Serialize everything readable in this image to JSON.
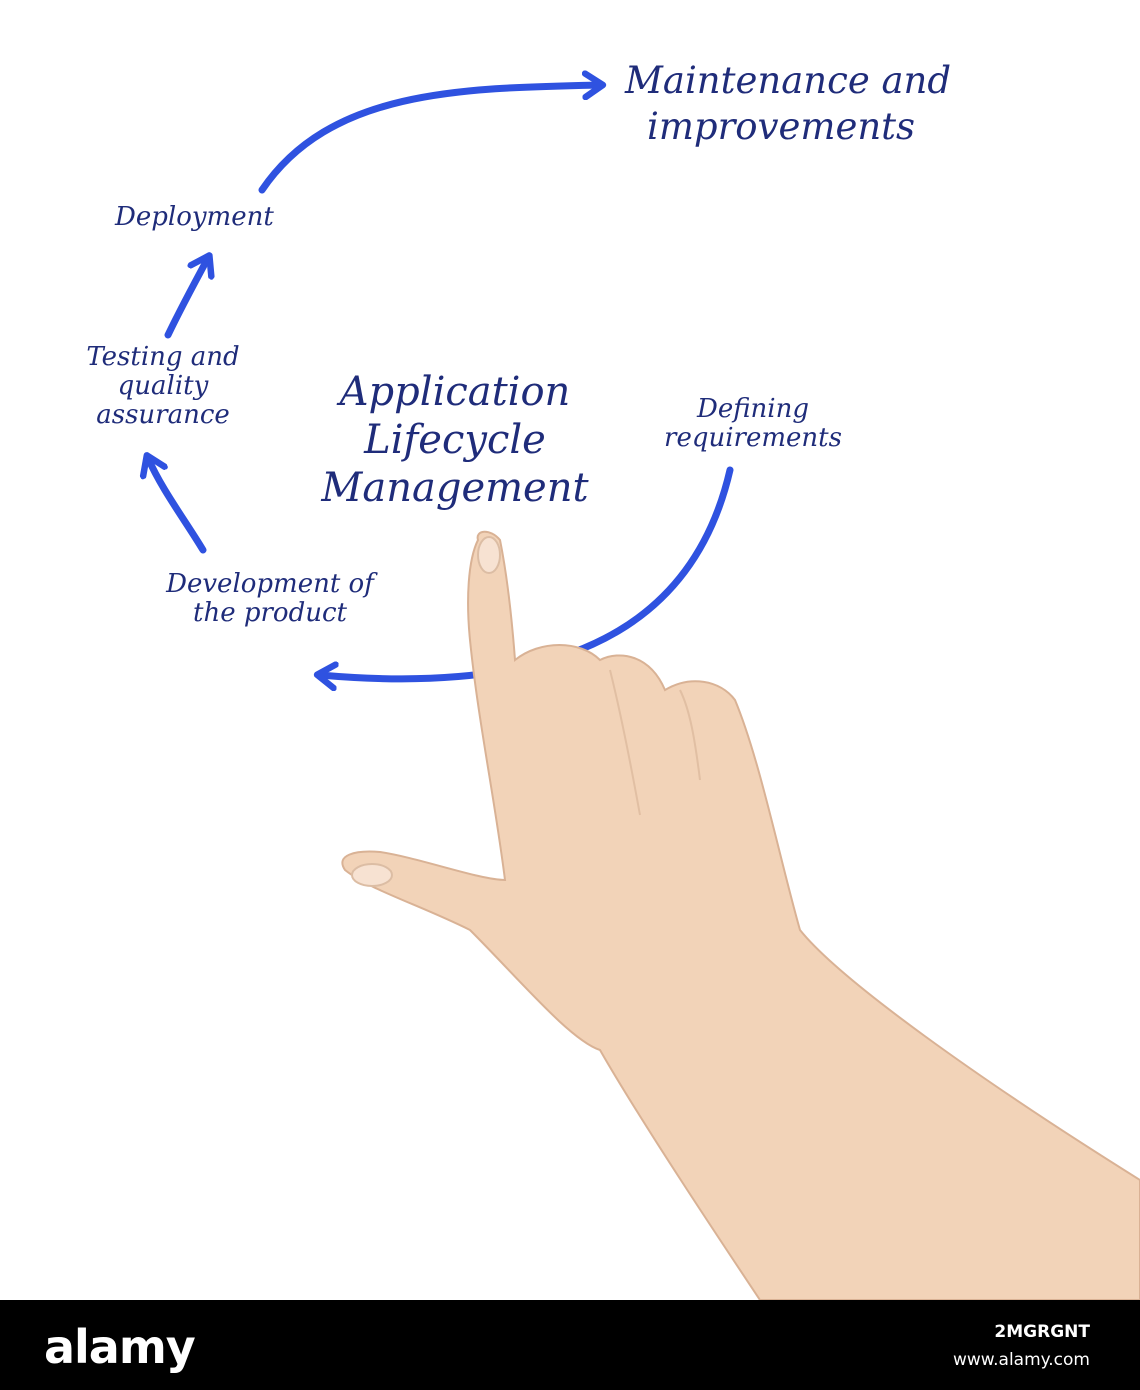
{
  "diagram": {
    "title": [
      "Application",
      "Lifecycle",
      "Management"
    ],
    "steps": {
      "defining": [
        "Defining",
        "requirements"
      ],
      "development": [
        "Development of",
        "the product"
      ],
      "testing": [
        "Testing and",
        "quality",
        "assurance"
      ],
      "deployment": [
        "Deployment"
      ],
      "maintenance": [
        "Maintenance and",
        "improvements"
      ]
    },
    "colors": {
      "text": "#1f2c7a",
      "arrow": "#2f52e0",
      "skin": "#f2d3b8"
    }
  },
  "footer": {
    "brand": "alamy",
    "image_id": "2MGRGNT",
    "site": "www.alamy.com"
  }
}
